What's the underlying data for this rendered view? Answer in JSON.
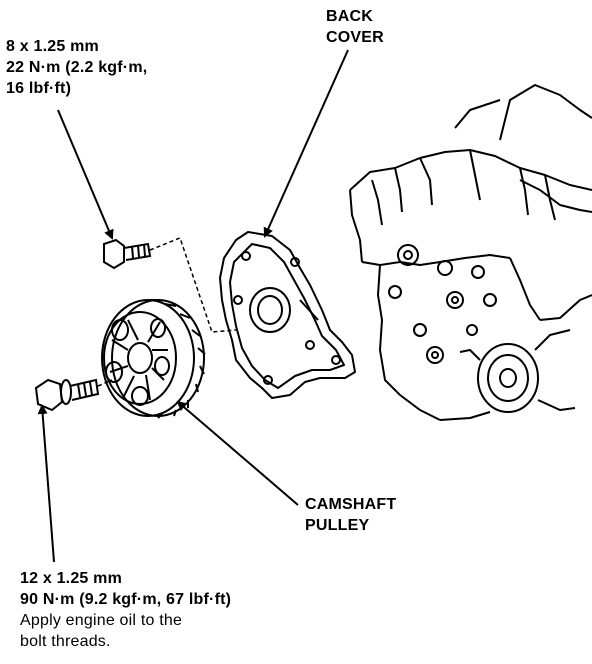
{
  "labels": {
    "bolt_top": {
      "lines": [
        "8 x 1.25 mm",
        "22 N·m (2.2 kgf·m,",
        "16 lbf·ft)"
      ]
    },
    "back_cover": {
      "lines": [
        "BACK",
        "COVER"
      ]
    },
    "camshaft_pulley": {
      "lines": [
        "CAMSHAFT",
        "PULLEY"
      ]
    },
    "bolt_bottom": {
      "lines": [
        "12 x 1.25 mm",
        "90 N·m (9.2 kgf·m, 67 lbf·ft)"
      ],
      "note_lines": [
        "Apply engine oil to the",
        "bolt threads."
      ]
    }
  },
  "colors": {
    "line": "#000000",
    "background": "#ffffff"
  }
}
